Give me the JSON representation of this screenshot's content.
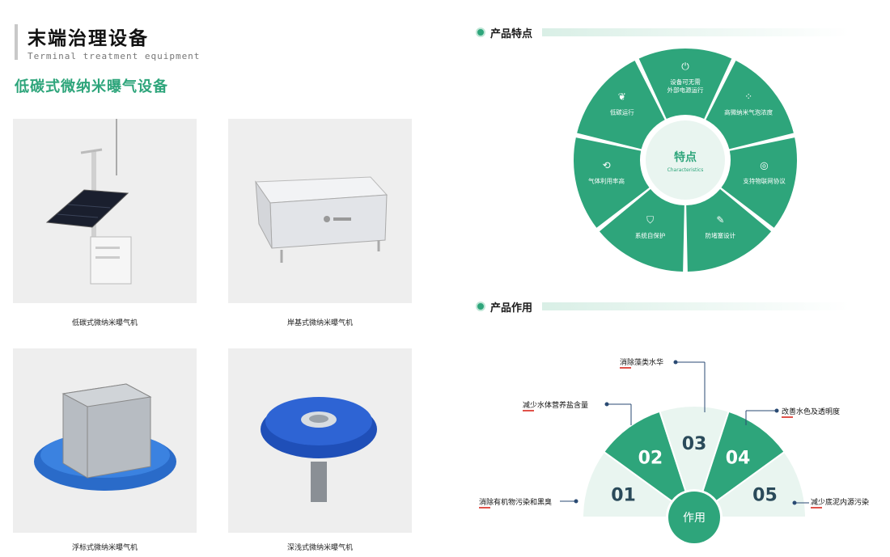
{
  "header": {
    "title": "末端治理设备",
    "subtitle": "Terminal treatment equipment",
    "section": "低碳式微纳米曝气设备"
  },
  "products": [
    {
      "caption": "低碳式微纳米曝气机"
    },
    {
      "caption": "岸基式微纳米曝气机"
    },
    {
      "caption": "浮标式微纳米曝气机"
    },
    {
      "caption": "深浅式微纳米曝气机"
    }
  ],
  "features": {
    "header": "产品特点",
    "center_title": "特点",
    "center_subtitle": "Characteristics",
    "items": [
      {
        "label_line1": "设备可无需",
        "label_line2": "外部电源运行",
        "icon": "power-icon"
      },
      {
        "label_line1": "高微纳米气泡浓度",
        "label_line2": "",
        "icon": "bubbles-icon"
      },
      {
        "label_line1": "支持物联网协议",
        "label_line2": "",
        "icon": "wifi-icon"
      },
      {
        "label_line1": "防堵塞设计",
        "label_line2": "",
        "icon": "edit-icon"
      },
      {
        "label_line1": "系统自保护",
        "label_line2": "",
        "icon": "shield-icon"
      },
      {
        "label_line1": "气体利用率高",
        "label_line2": "",
        "icon": "cycle-icon"
      },
      {
        "label_line1": "低碳运行",
        "label_line2": "",
        "icon": "leaf-icon"
      }
    ]
  },
  "functions": {
    "header": "产品作用",
    "center_title": "作用",
    "items": [
      {
        "num": "01",
        "label": "消除有机物污染和黑臭"
      },
      {
        "num": "02",
        "label": "减少水体营养盐含量"
      },
      {
        "num": "03",
        "label": "消除藻类水华"
      },
      {
        "num": "04",
        "label": "改善水色及透明度"
      },
      {
        "num": "05",
        "label": "减少底泥内源污染"
      }
    ]
  },
  "colors": {
    "accent": "#2ea57b",
    "light": "#e9f5f0",
    "underline": "#e0524a"
  }
}
